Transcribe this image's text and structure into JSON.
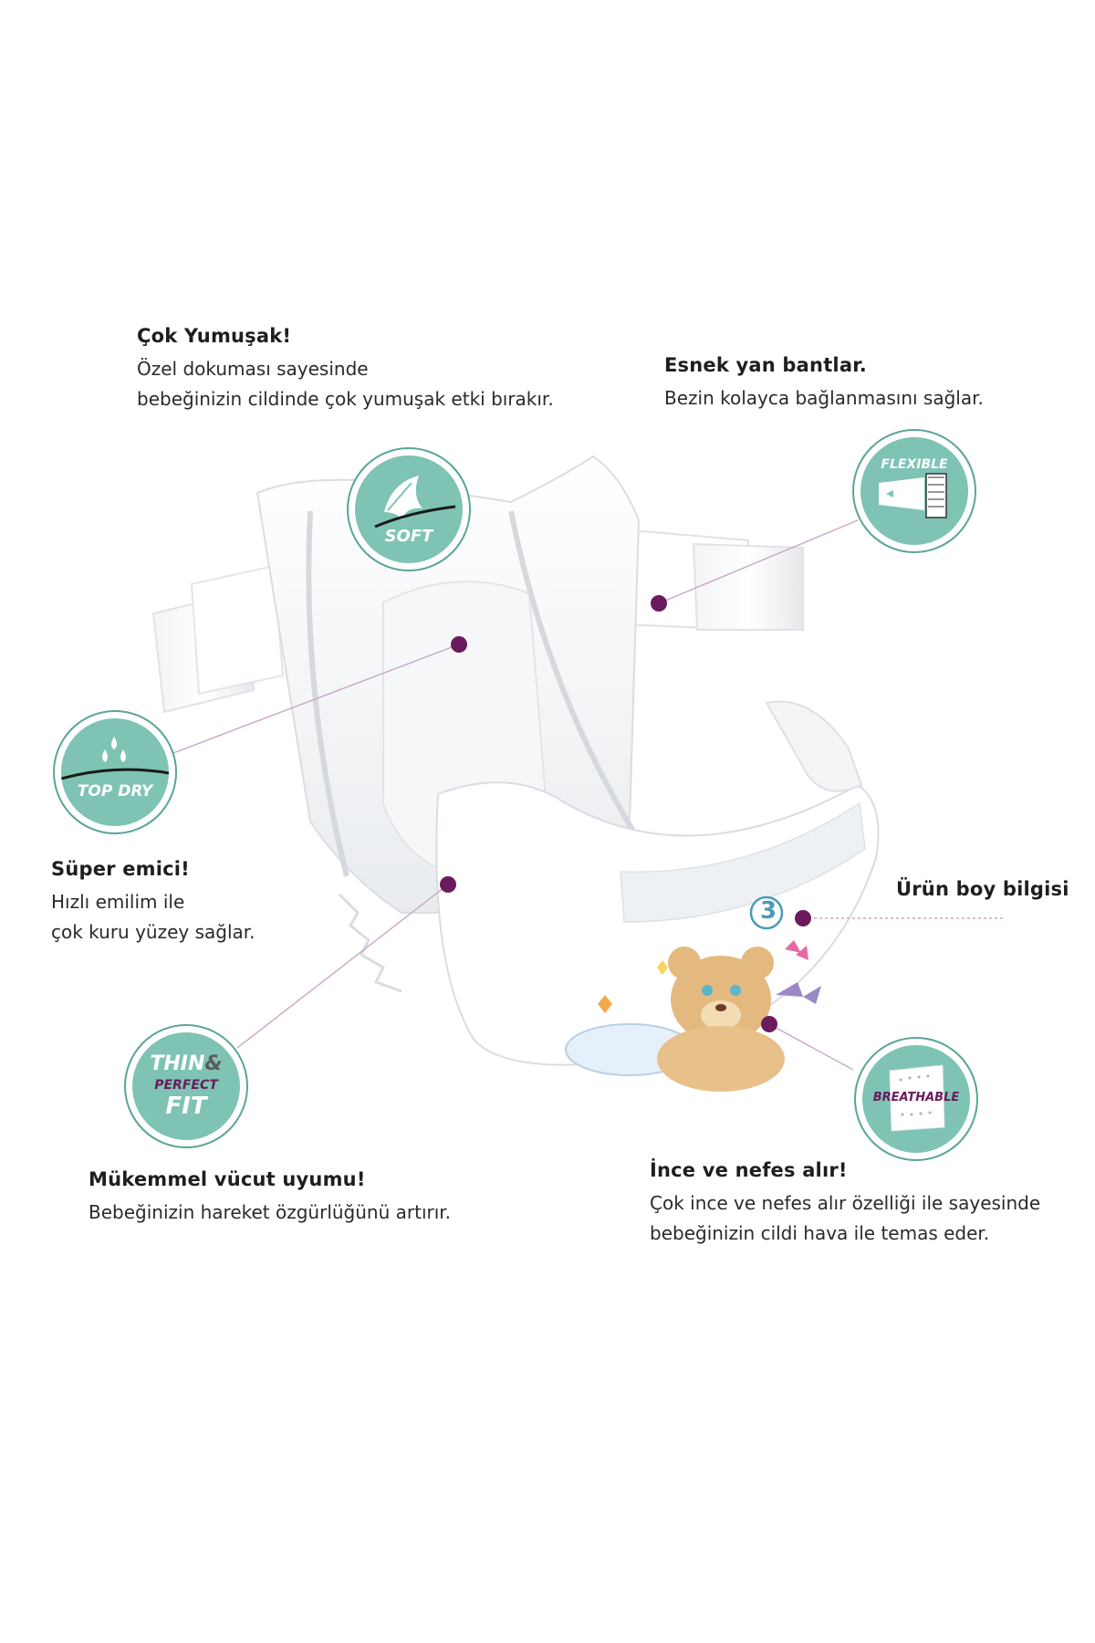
{
  "features": {
    "soft": {
      "title": "Çok Yumuşak!",
      "line1": "Özel dokuması sayesinde",
      "line2": "bebeğinizin cildinde çok yumuşak etki bırakır.",
      "badge": "SOFT",
      "icon": "feather-icon"
    },
    "flexible": {
      "title": "Esnek yan bantlar.",
      "line1": "Bezin kolayca bağlanmasını sağlar.",
      "badge": "FLEXIBLE",
      "icon": "stretch-tab-icon"
    },
    "absorbent": {
      "title": "Süper emici!",
      "line1": "Hızlı emilim ile",
      "line2": "çok kuru yüzey sağlar.",
      "badge": "TOP DRY",
      "icon": "water-drops-icon"
    },
    "size": {
      "title": "Ürün boy bilgisi",
      "number": "3"
    },
    "fit": {
      "title": "Mükemmel vücut uyumu!",
      "line1": "Bebeğinizin hareket özgürlüğünü artırır.",
      "badge_thin": "THIN",
      "badge_amp": "&",
      "badge_perfect": "PERFECT",
      "badge_fit": "FIT"
    },
    "breathable": {
      "title": "İnce ve nefes alır!",
      "line1": "Çok ince ve nefes alır özelliği ile sayesinde",
      "line2": "bebeğinizin cildi hava ile temas eder.",
      "badge": "BREATHABLE",
      "icon": "breathable-sheet-icon"
    }
  },
  "colors": {
    "badge_fill": "#7ec3b4",
    "badge_ring": "#5aa596",
    "dot": "#6a1b5e",
    "leader_line": "#c9a6c4",
    "purple_text": "#6a1b5e"
  }
}
